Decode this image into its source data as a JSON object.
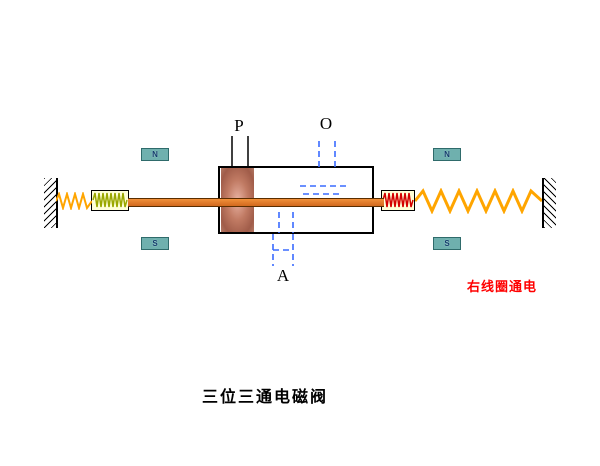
{
  "title": "三位三通电磁阀",
  "status": {
    "label": "右线圈通电",
    "color": "#ff0000"
  },
  "ports": {
    "p": "P",
    "o": "O",
    "a": "A"
  },
  "magnets": {
    "left_top": "N",
    "left_bottom": "S",
    "right_top": "N",
    "right_bottom": "S"
  },
  "colors": {
    "spring": "#ffa500",
    "left_box_spring": "#9aa800",
    "right_box_spring": "#d40000",
    "dashed_line": "#3a6bff",
    "port_line": "#000000",
    "rod_fill": "#d2691e",
    "magnet_fill": "#6fb0ae"
  }
}
